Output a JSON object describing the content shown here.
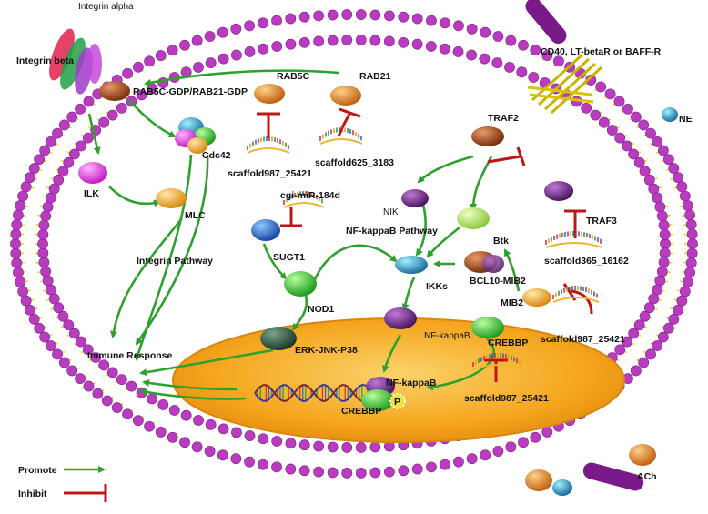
{
  "labels": {
    "integrin_alpha": "Integrin alpha",
    "integrin_beta": "Integrin beta",
    "rab5c_gdp": "RAB5C-GDP/RAB21-GDP",
    "rab5c": "RAB5C",
    "rab21": "RAB21",
    "cd40": "CD40, LT-betaR or BAFF-R",
    "ne": "NE",
    "cdc42": "Cdc42",
    "scaffold987_a": "scaffold987_25421",
    "scaffold625": "scaffold625_3183",
    "traf2": "TRAF2",
    "ilk": "ILK",
    "mlc": "MLC",
    "mirna": "cgi-miR-184d",
    "nik": "NIK",
    "btk": "Btk",
    "traf3": "TRAF3",
    "nfkb_pathway": "NF-kappaB Pathway",
    "sugt1": "SUGT1",
    "integrin_pathway": "Integrin Pathway",
    "scaffold365": "scaffold365_16162",
    "ikks": "IKKs",
    "bcl10": "BCL10-MIB2",
    "nod1": "NOD1",
    "mib2": "MIB2",
    "nfkb_cyto": "NF-kappaB",
    "crebbp": "CREBBP",
    "scaffold987_b": "scaffold987_25421",
    "erk": "ERK-JNK-P38",
    "immune": "Immune Response",
    "nfkb_nuc": "NF-kappaB",
    "crebbp_nuc": "CREBBP",
    "p": "P",
    "scaffold987_c": "scaffold987_25421",
    "ach": "ACh"
  },
  "legend": {
    "promote": "Promote",
    "inhibit": "Inhibit"
  },
  "colors": {
    "promote": "#2ea02e",
    "inhibit": "#c01515",
    "membrane_head": "#b93cc0",
    "membrane_tail": "#e4d82a",
    "nucleus": "#f5a51c"
  }
}
